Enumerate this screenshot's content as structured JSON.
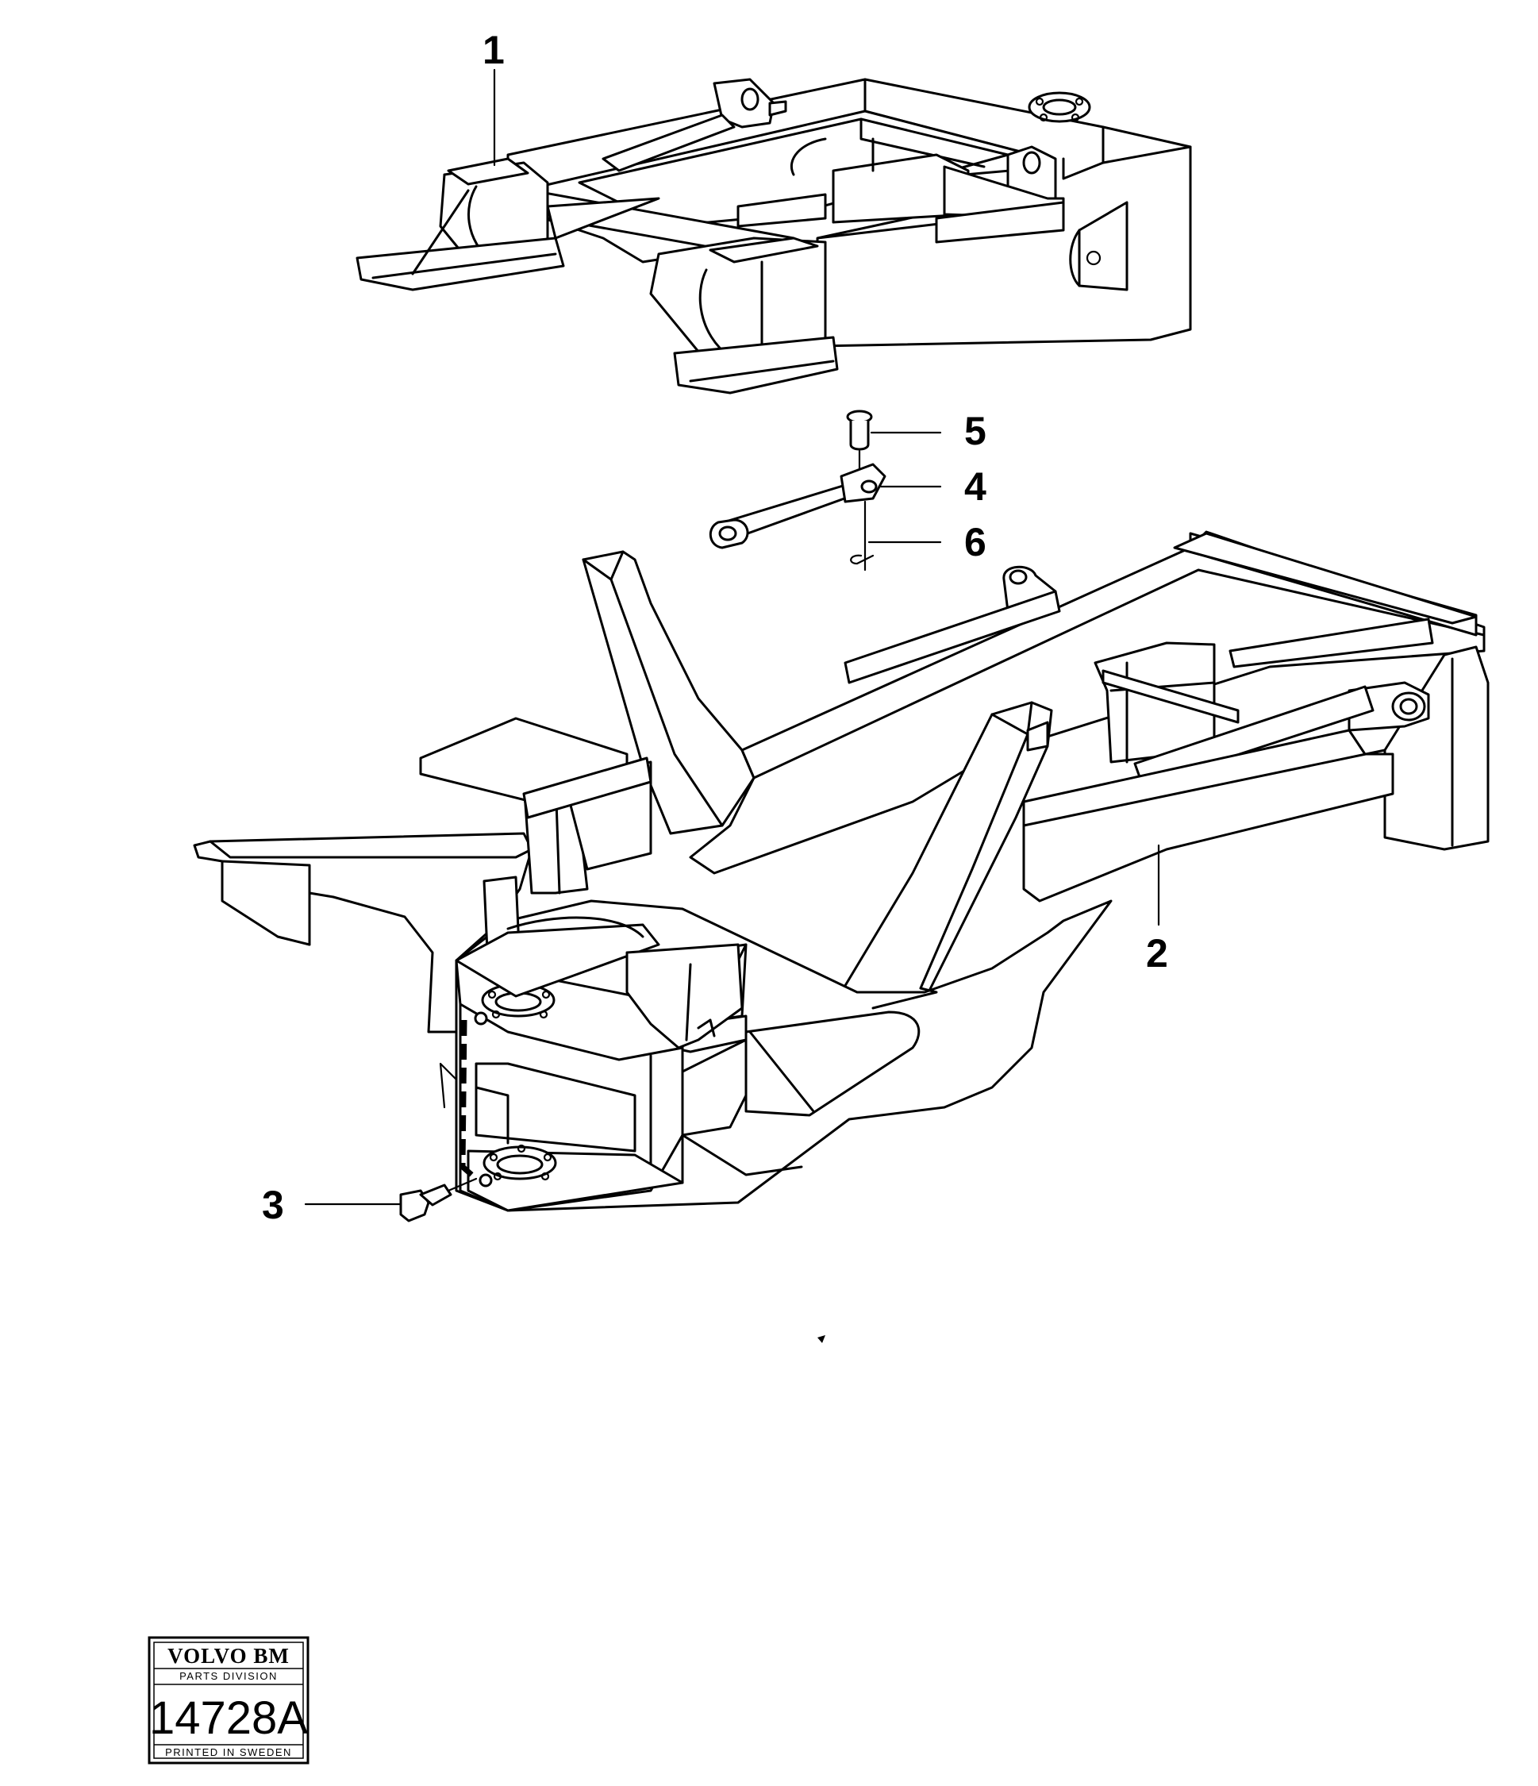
{
  "callouts": [
    "1",
    "2",
    "3",
    "4",
    "5",
    "6"
  ],
  "stamp": {
    "brand": "VOLVO BM",
    "division": "PARTS DIVISION",
    "number": "14728A",
    "printed": "PRINTED IN SWEDEN"
  }
}
